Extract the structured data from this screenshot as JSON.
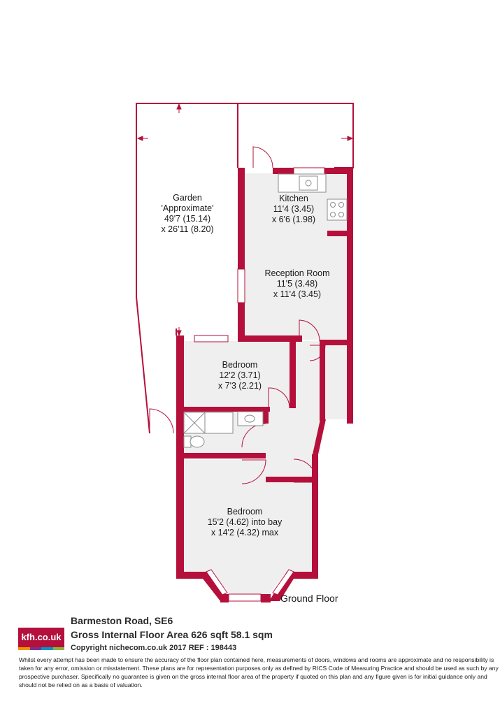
{
  "colors": {
    "wall": "#b5103c",
    "floor": "#efefef",
    "garden_line": "#b5103c"
  },
  "rooms": {
    "garden": {
      "name": "Garden",
      "note": "'Approximate'",
      "dim1": "49'7 (15.14)",
      "dim2": "x 26'11 (8.20)"
    },
    "kitchen": {
      "name": "Kitchen",
      "dim1": "11'4 (3.45)",
      "dim2": "x 6'6 (1.98)"
    },
    "reception": {
      "name": "Reception Room",
      "dim1": "11'5 (3.48)",
      "dim2": "x 11'4 (3.45)"
    },
    "bedroom1": {
      "name": "Bedroom",
      "dim1": "12'2 (3.71)",
      "dim2": "x 7'3 (2.21)"
    },
    "bedroom2": {
      "name": "Bedroom",
      "dim1": "15'2 (4.62) into bay",
      "dim2": "x 14'2 (4.32) max"
    }
  },
  "floor_name": "Ground Floor",
  "footer": {
    "logo_text": "kfh.co.uk",
    "logo_colors": [
      "#f39200",
      "#7b2f8e",
      "#0096c8",
      "#8cb43c"
    ],
    "address": "Barmeston Road, SE6",
    "area": "Gross Internal Floor Area 626 sqft 58.1 sqm",
    "copyright": "Copyright nichecom.co.uk 2017 REF : 198443",
    "disclaimer": "Whilst every attempt has been made to ensure the accuracy of the floor plan contained here, measurements of doors, windows and rooms are approximate and no responsibility is taken for any error, omission or misstatement.  These plans are for representation purposes only as defined by RICS Code of Measuring Practice and should be used as such by any prospective purchaser.  Specifically no guarantee is given on the gross internal floor area of the property if quoted on this plan and any figure given is for initial guidance only and should not be relied on as a basis of valuation."
  }
}
